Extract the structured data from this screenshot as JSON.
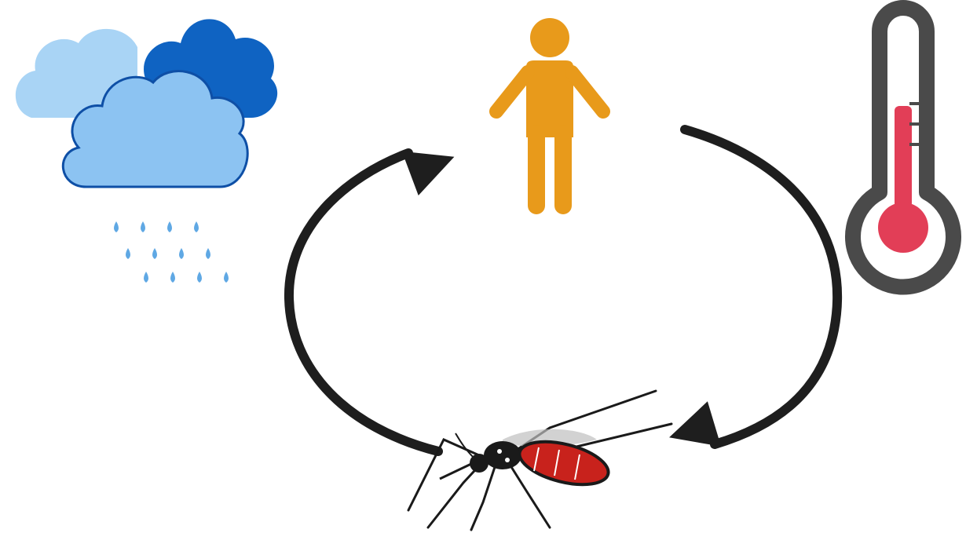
{
  "diagram": {
    "nodes": [
      {
        "id": "human",
        "icon": "person-icon",
        "color": "#E89A1B"
      },
      {
        "id": "mosquito",
        "icon": "mosquito-icon",
        "color": "#C8221C"
      },
      {
        "id": "rain",
        "icon": "rain-cloud-icon",
        "color": "#1F6FC8"
      },
      {
        "id": "temperature",
        "icon": "thermometer-icon",
        "color": "#E23E57"
      }
    ],
    "edges": [
      {
        "from": "human",
        "to": "mosquito"
      },
      {
        "from": "mosquito",
        "to": "human"
      }
    ],
    "colors": {
      "cloud_light": "#A9D4F5",
      "cloud_dark": "#0F63C2",
      "cloud_front": "#8CC3F2",
      "cloud_outline": "#0E4FA6",
      "raindrop": "#5FA8E4",
      "person": "#E89A1B",
      "thermometer_outline": "#4A4A4A",
      "thermometer_fill": "#E23E57",
      "arrow": "#1E1E1E",
      "mosquito_body": "#C8221C",
      "mosquito_dark": "#1A1A1A"
    }
  }
}
